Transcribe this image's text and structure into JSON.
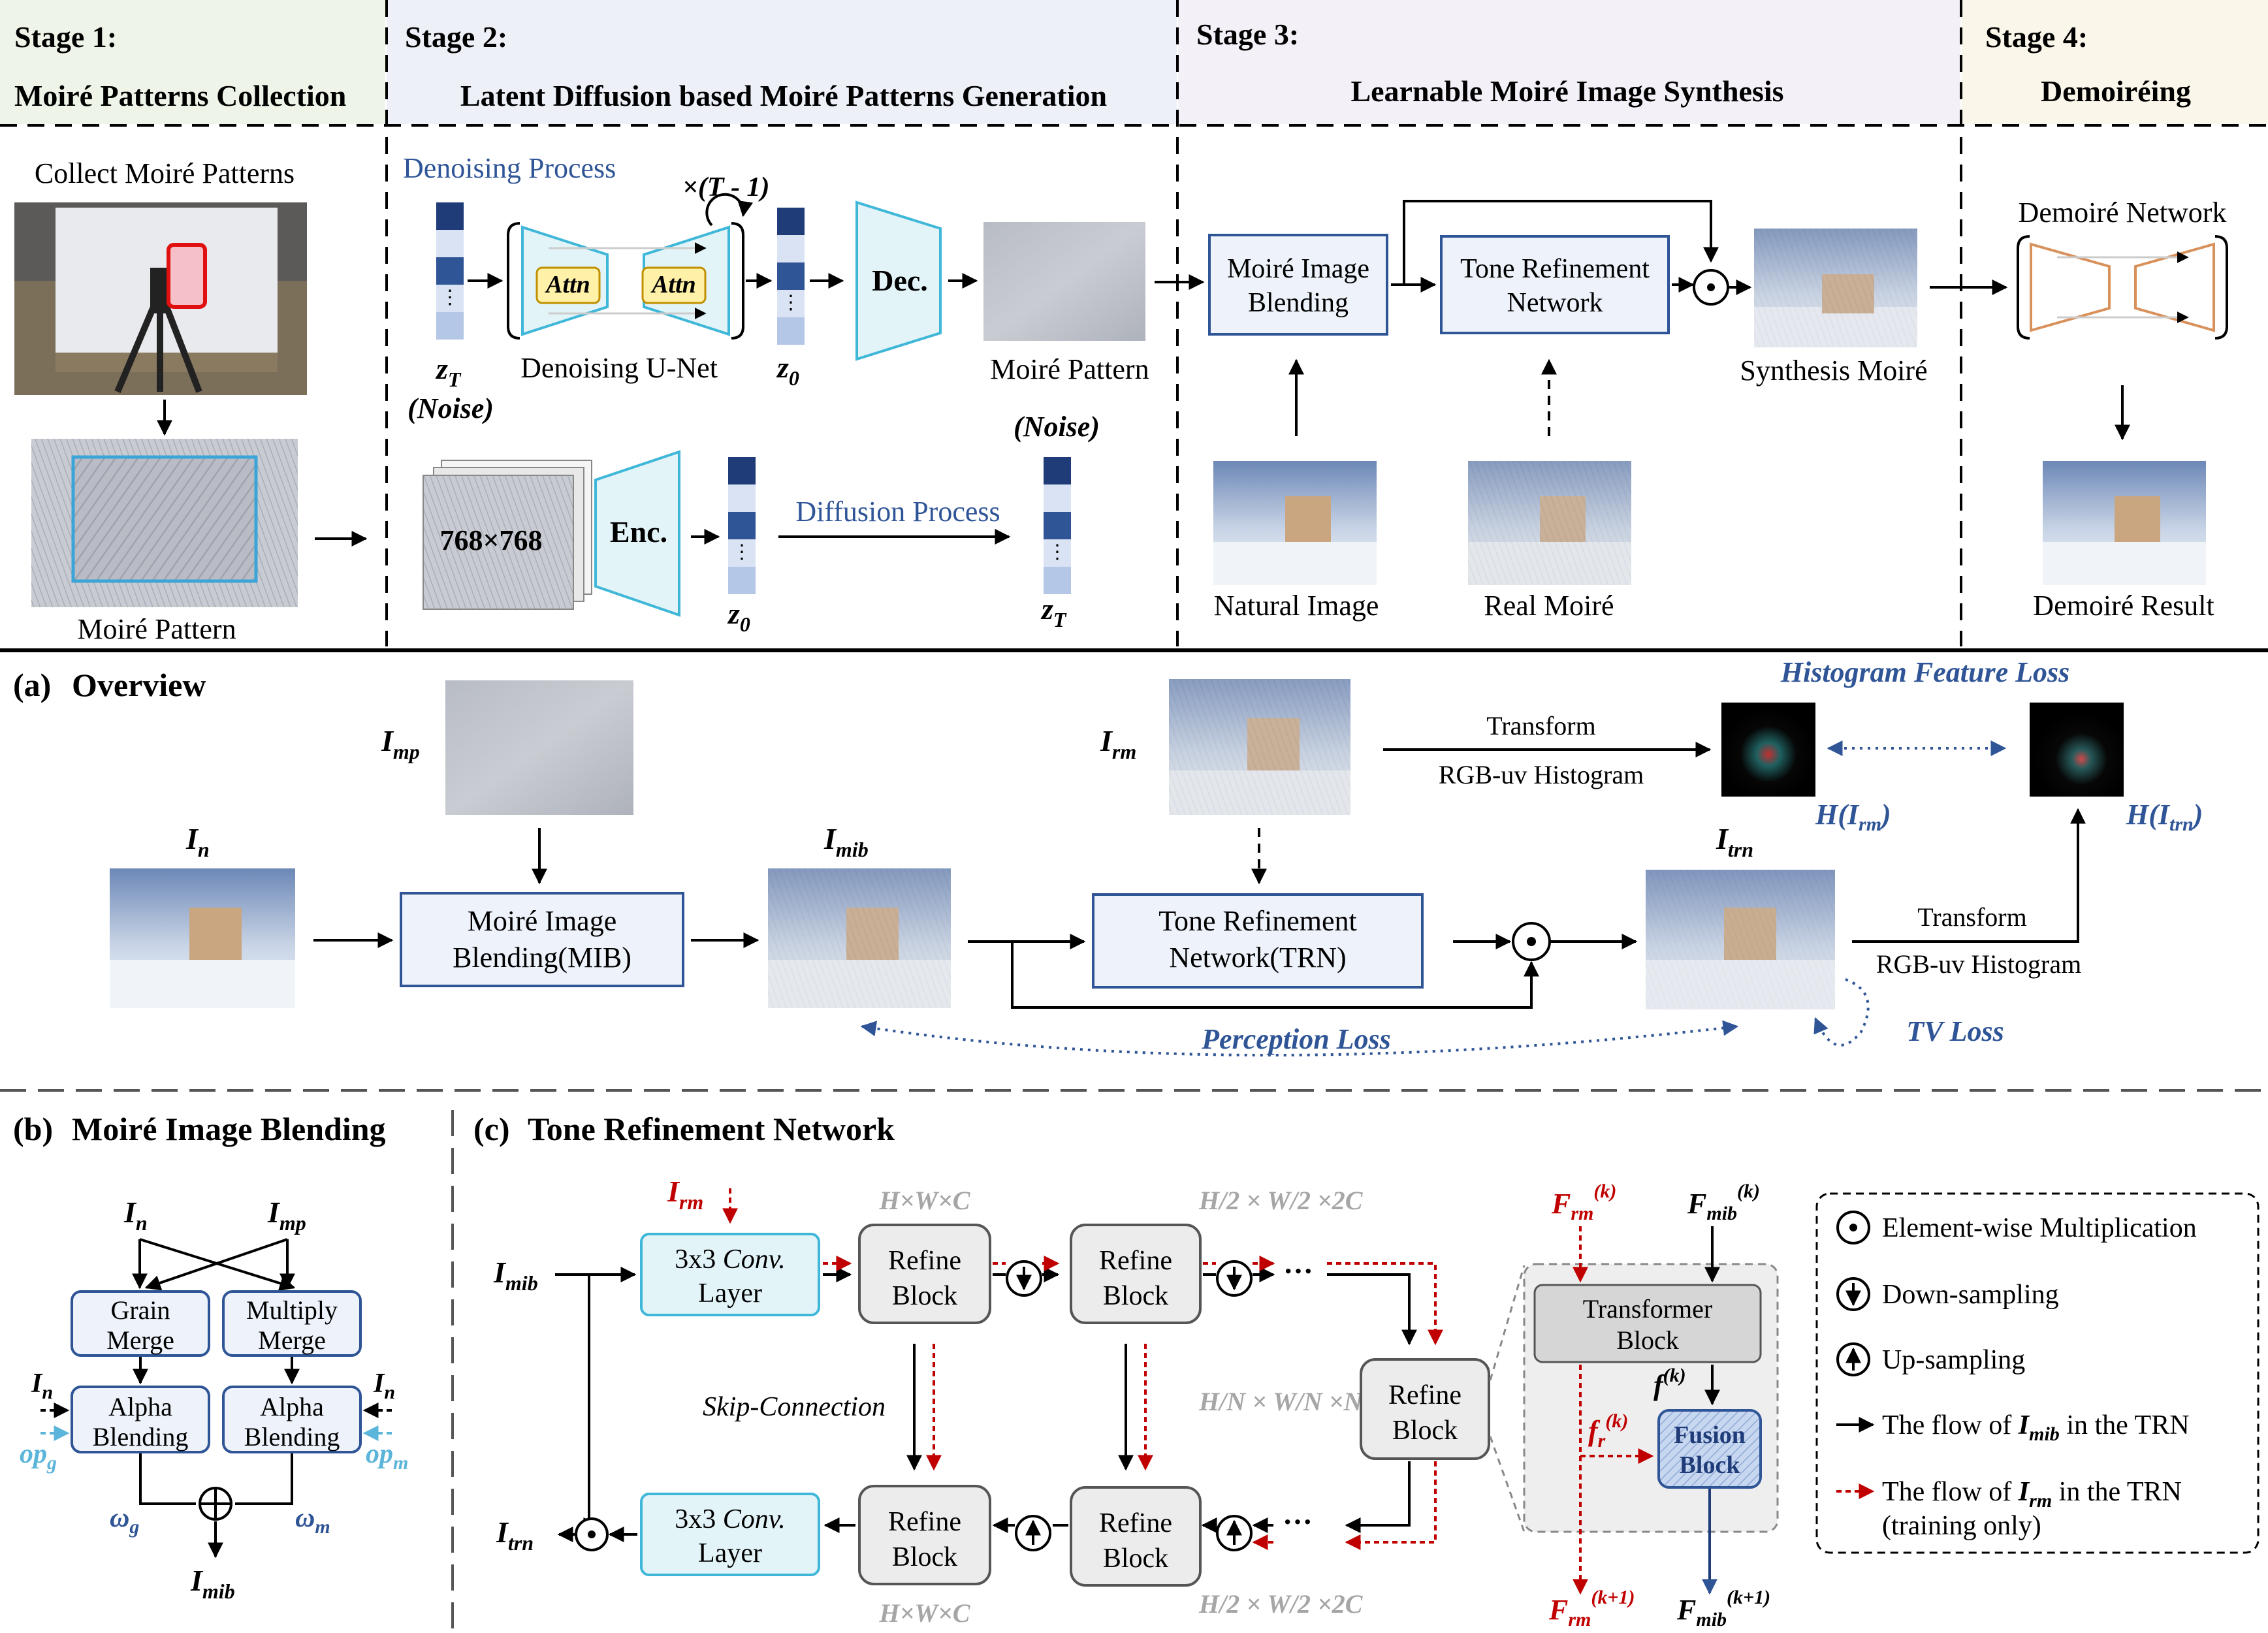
{
  "colors": {
    "stage1_bg": "#eef5e8",
    "stage2_bg": "#eef0f8",
    "stage3_bg": "#f3f0f7",
    "stage4_bg": "#fbf6ea",
    "box_fill": "#eef3fb",
    "box_stroke": "#2f5597",
    "cyan_fill": "#e3f4f9",
    "cyan_stroke": "#3fb7d8",
    "accent_blue": "#2f5597",
    "red": "#c00000",
    "gray_text": "#a6a6a6",
    "tokens_dark": "#1f3c78",
    "tokens_mid": "#2f5597",
    "tokens_light": "#b4c7e7",
    "tokens_pale": "#dae3f3",
    "attn_fill": "#fff2a8",
    "attn_stroke": "#c09000",
    "demoire_stroke": "#d9915b",
    "refine_fill": "#ececec",
    "transformer_fill": "#d6d6d6",
    "fusion_fill": "#c7d7f0"
  },
  "stages": {
    "s1": {
      "label": "Stage 1:",
      "title": "Moiré Patterns Collection"
    },
    "s2": {
      "label": "Stage 2:",
      "title": "Latent Diffusion based Moiré Patterns Generation"
    },
    "s3": {
      "label": "Stage 3:",
      "title": "Learnable Moiré Image Synthesis"
    },
    "s4": {
      "label": "Stage 4:",
      "title": "Demoiréing"
    }
  },
  "stage1": {
    "collect_label": "Collect Moiré Patterns",
    "pattern_label": "Moiré Pattern"
  },
  "stage2": {
    "denoising_process": "Denoising Process",
    "times": "×(T - 1)",
    "attn": "Attn",
    "unet_label": "Denoising U-Net",
    "zT": "z",
    "zT_sub": "T",
    "z0": "z",
    "z0_sub": "0",
    "noise": "(Noise)",
    "dec": "Dec.",
    "enc": "Enc.",
    "moire_pattern": "Moiré Pattern",
    "size": "768×768",
    "diffusion_process": "Diffusion Process"
  },
  "stage3": {
    "mib": "Moiré Image Blending",
    "trn": "Tone Refinement Network",
    "synthesis": "Synthesis Moiré",
    "natural": "Natural Image",
    "real": "Real Moiré"
  },
  "stage4": {
    "network": "Demoiré Network",
    "result": "Demoiré Result"
  },
  "overview": {
    "heading_tag": "(a)",
    "heading": "Overview",
    "I": "I",
    "sub_mp": "mp",
    "sub_n": "n",
    "sub_mib": "mib",
    "sub_rm": "rm",
    "sub_trn": "trn",
    "mib_box": "Moiré Image Blending(MIB)",
    "trn_box": "Tone Refinement Network(TRN)",
    "transform": "Transform",
    "rgb_hist": "RGB-uv Histogram",
    "hist_loss": "Histogram Feature Loss",
    "H": "H",
    "perception_loss": "Perception Loss",
    "tv_loss": "TV Loss"
  },
  "mib_panel": {
    "heading_tag": "(b)",
    "heading": "Moiré Image Blending",
    "grain": "Grain Merge",
    "multiply": "Multiply Merge",
    "alpha": "Alpha Blending",
    "op": "op",
    "op_g": "g",
    "op_m": "m",
    "omega": "ω",
    "w_g": "g",
    "w_m": "m"
  },
  "trn_panel": {
    "heading_tag": "(c)",
    "heading": "Tone Refinement Network",
    "conv": "3x3 Conv. Layer",
    "refine": "Refine Block",
    "skip": "Skip-Connection",
    "hwc": "H×W×C",
    "half": "×2C",
    "nc": "×NC",
    "ellipsis": "···",
    "transformer": "Transformer Block",
    "fusion": "Fusion Block",
    "F": "F",
    "f": "f",
    "k": "(k)",
    "k1": "(k+1)"
  },
  "legend": {
    "mult": "Element-wise Multiplication",
    "down": "Down-sampling",
    "up": "Up-sampling",
    "flow_mib_pre": "The flow of ",
    "flow_mib_post": " in the TRN",
    "flow_rm_pre": "The flow of ",
    "flow_rm_post": " in the TRN",
    "training_only": "(training only)"
  }
}
